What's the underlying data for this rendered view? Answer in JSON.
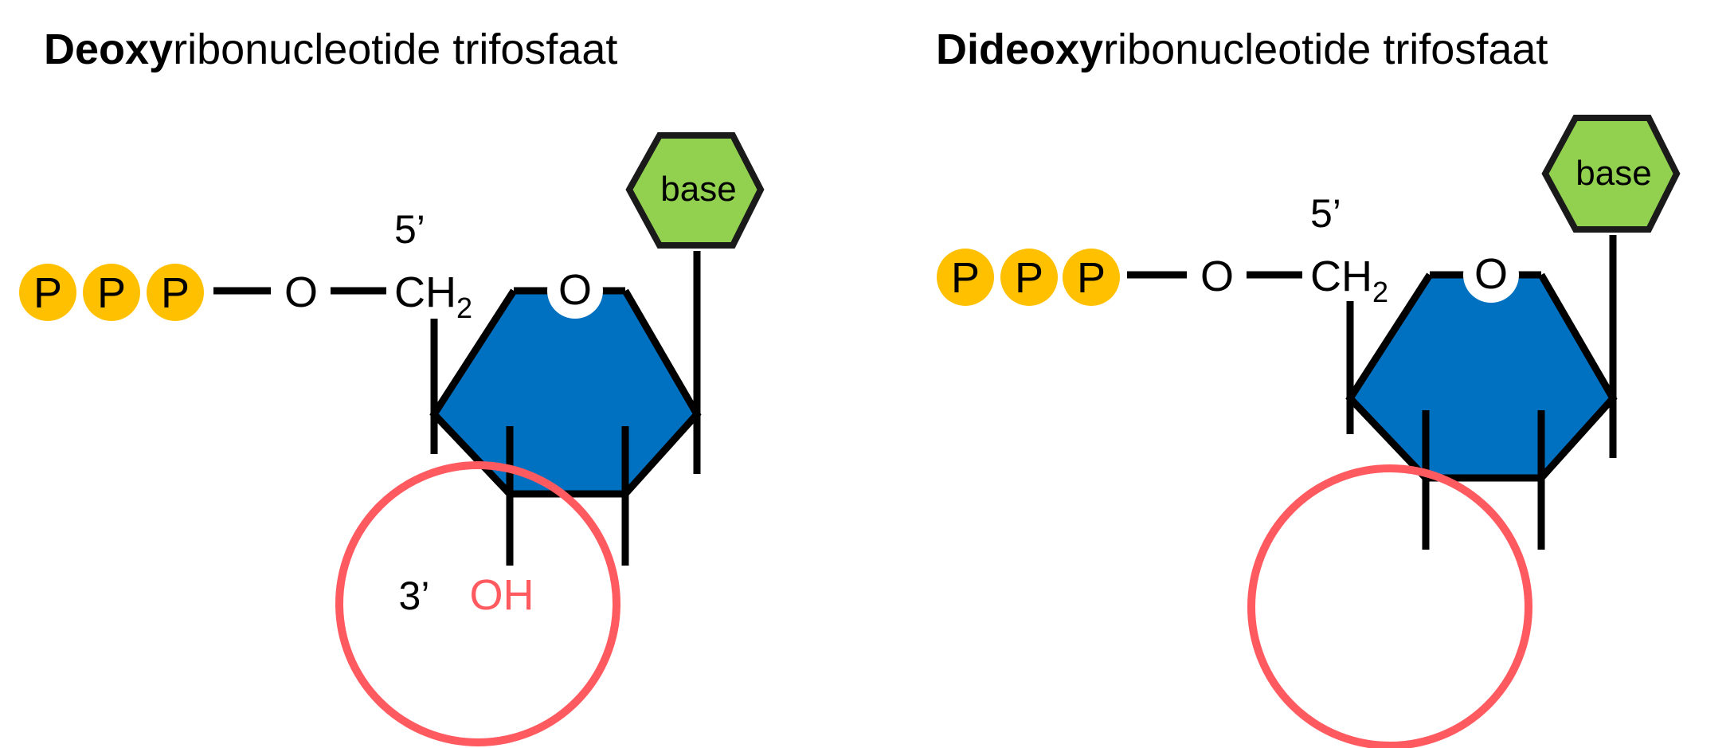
{
  "colors": {
    "phosphate": "#FFC000",
    "base": "#92D050",
    "sugar": "#0070C0",
    "highlight": "#FF5A5F",
    "line": "#000000"
  },
  "left": {
    "title_bold": "Deoxy",
    "title_rest": "ribonucleotide trifosfaat",
    "phosphates": [
      "P",
      "P",
      "P"
    ],
    "oxygen_link": "O",
    "ch2": "CH",
    "ch2_sub": "2",
    "ring_oxygen": "O",
    "base_label": "base",
    "five_prime": "5’",
    "three_prime": "3’",
    "oh_label": "OH"
  },
  "right": {
    "title_bold": "Dideoxy",
    "title_rest": "ribonucleotide trifosfaat",
    "phosphates": [
      "P",
      "P",
      "P"
    ],
    "oxygen_link": "O",
    "ch2": "CH",
    "ch2_sub": "2",
    "ring_oxygen": "O",
    "base_label": "base",
    "five_prime": "5’"
  }
}
